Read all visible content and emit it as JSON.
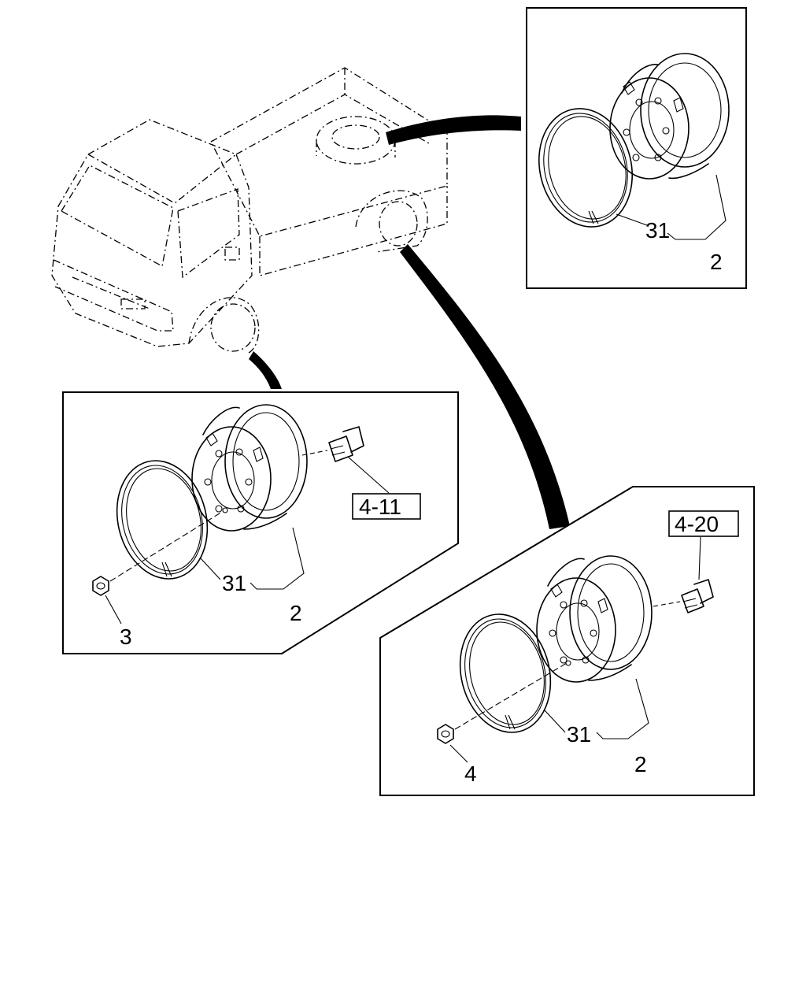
{
  "diagram": {
    "callouts": {
      "top_right": {
        "ring": "31",
        "wheel": "2"
      },
      "left": {
        "ring": "31",
        "wheel": "2",
        "nut": "3",
        "ref": "4-11"
      },
      "bottom_right": {
        "ring": "31",
        "wheel": "2",
        "nut": "4",
        "ref": "4-20"
      }
    }
  }
}
